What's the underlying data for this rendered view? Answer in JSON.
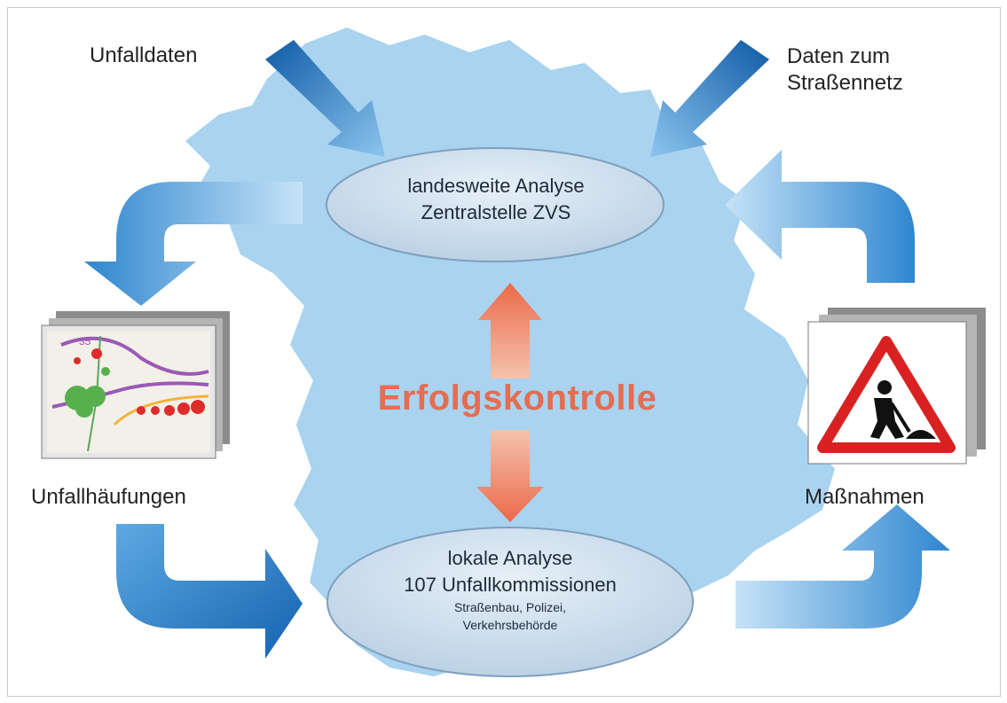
{
  "labels": {
    "accident_data": "Unfalldaten",
    "road_data": "Daten zum Straßennetz",
    "clusters": "Unfallhäufungen",
    "measures": "Maßnahmen"
  },
  "top_node": {
    "line1": "landesweite Analyse",
    "line2": "Zentralstelle ZVS"
  },
  "bottom_node": {
    "line1": "lokale Analyse",
    "line2": "107 Unfallkommissionen",
    "line3": "Straßenbau, Polizei,",
    "line4": "Verkehrsbehörde"
  },
  "center_label": "Erfolgskontrolle",
  "map_route_number": "35",
  "colors": {
    "map_fill": "#a9d3ef",
    "arrow_blue": "#1f73c0",
    "arrow_light": "#6fb3e6",
    "center_text": "#e46d52",
    "ellipse_fill": "#c9dcec",
    "sign_red": "#d92121"
  }
}
